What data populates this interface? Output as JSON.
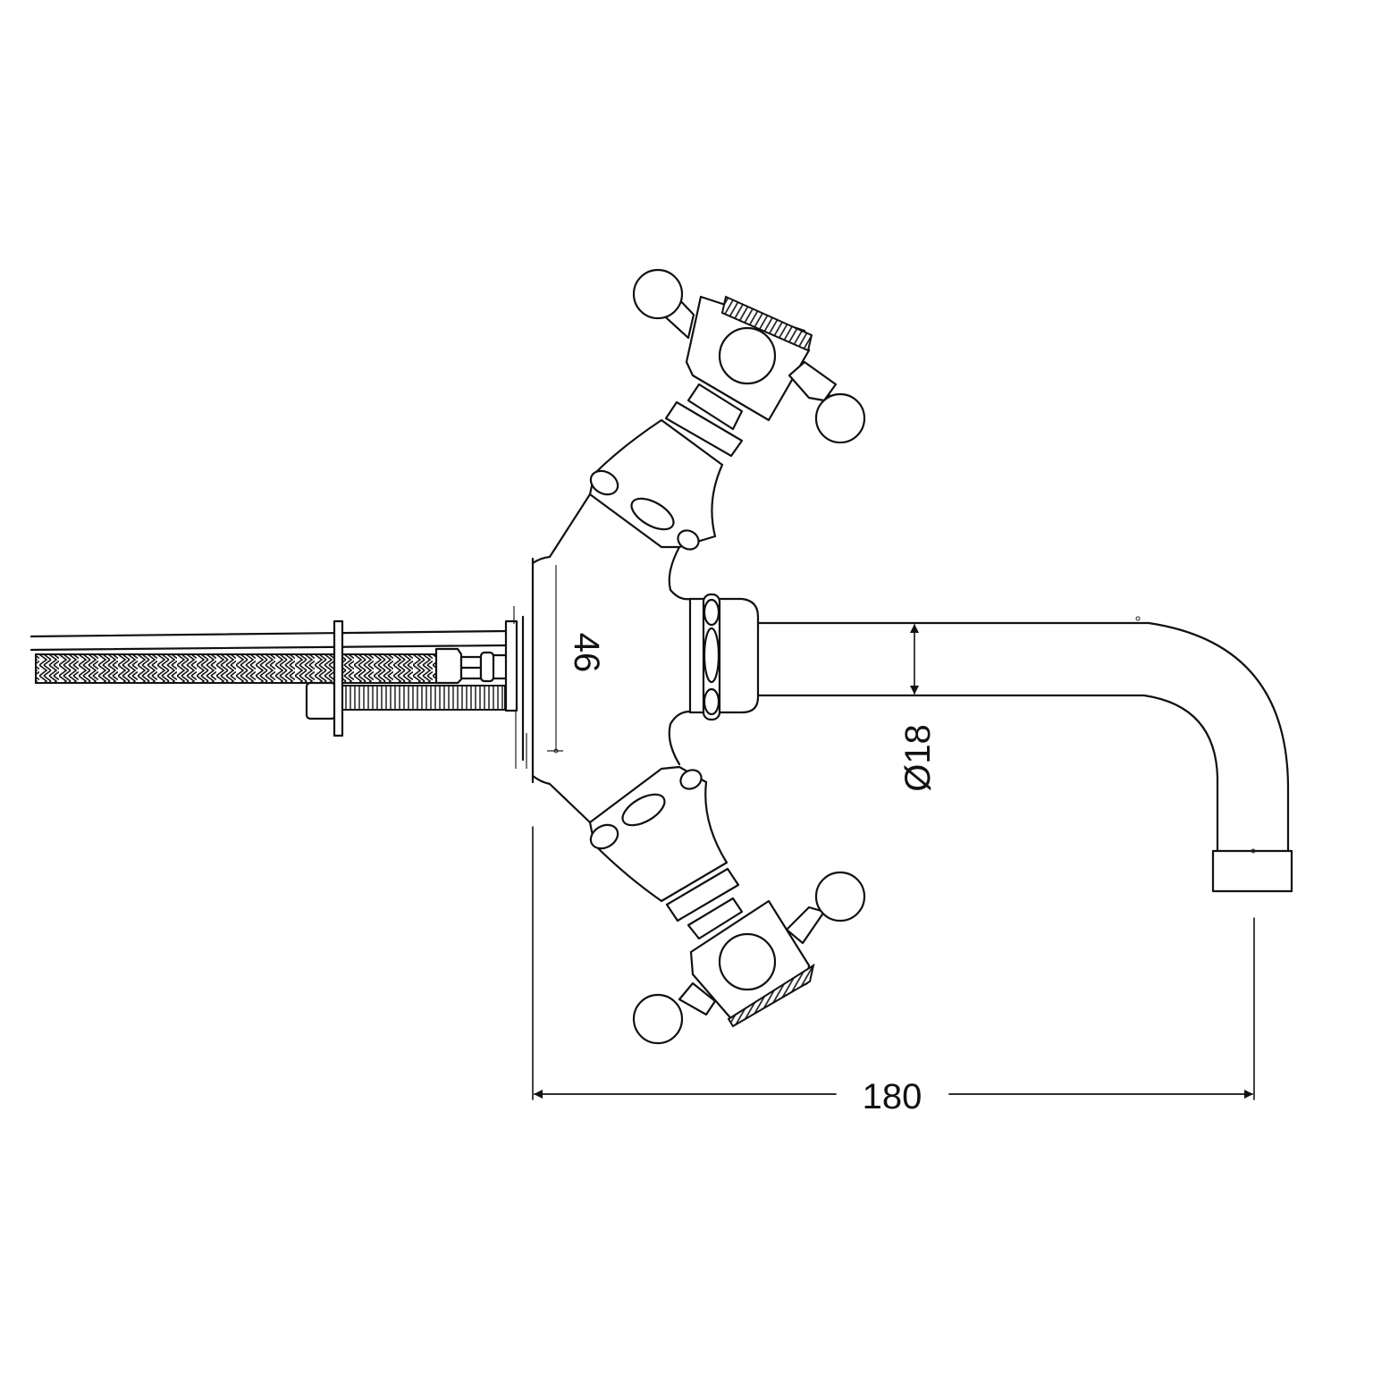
{
  "drawing": {
    "subject": "Wall-mounted cross-handle mixer tap, side elevation",
    "colors": {
      "line": "#111111",
      "background": "#ffffff"
    }
  },
  "dimensions": {
    "body_height": {
      "label": "46",
      "orientation": "vertical-rotated"
    },
    "spout_diameter": {
      "label": "Ø18",
      "orientation": "vertical-rotated"
    },
    "projection": {
      "label": "180",
      "orientation": "horizontal"
    }
  }
}
